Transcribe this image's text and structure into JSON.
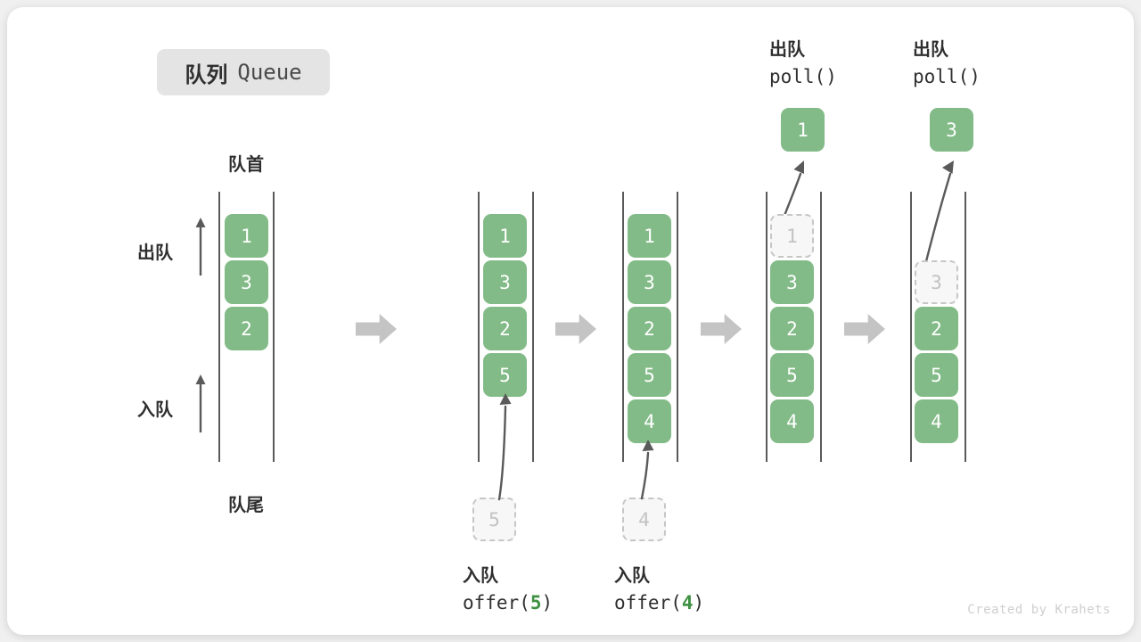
{
  "meta": {
    "watermark": "Created by Krahets",
    "accent_green": "#82bb87",
    "ghost_gray": "#c2c2c2",
    "rail_gray": "#5a5a5a",
    "badge_bg": "#e4e4e4",
    "arrow_gray": "#c4c4c4"
  },
  "title": {
    "cn": "队列",
    "en": "Queue"
  },
  "axis_labels": {
    "front": "队首",
    "rear": "队尾",
    "dequeue": "出队",
    "enqueue": "入队"
  },
  "stages": [
    {
      "id": "initial",
      "caption_cn": "",
      "caption_code": "",
      "boxes": [
        {
          "value": "1",
          "state": "filled"
        },
        {
          "value": "3",
          "state": "filled"
        },
        {
          "value": "2",
          "state": "filled"
        }
      ],
      "incoming": null,
      "outgoing": null
    },
    {
      "id": "offer-5",
      "caption_cn": "入队",
      "caption_code_prefix": "offer(",
      "caption_code_value": "5",
      "caption_code_suffix": ")",
      "boxes": [
        {
          "value": "1",
          "state": "filled"
        },
        {
          "value": "3",
          "state": "filled"
        },
        {
          "value": "2",
          "state": "filled"
        },
        {
          "value": "5",
          "state": "filled"
        }
      ],
      "incoming": {
        "value": "5",
        "state": "ghost"
      },
      "outgoing": null
    },
    {
      "id": "offer-4",
      "caption_cn": "入队",
      "caption_code_prefix": "offer(",
      "caption_code_value": "4",
      "caption_code_suffix": ")",
      "boxes": [
        {
          "value": "1",
          "state": "filled"
        },
        {
          "value": "3",
          "state": "filled"
        },
        {
          "value": "2",
          "state": "filled"
        },
        {
          "value": "5",
          "state": "filled"
        },
        {
          "value": "4",
          "state": "filled"
        }
      ],
      "incoming": {
        "value": "4",
        "state": "ghost"
      },
      "outgoing": null
    },
    {
      "id": "poll-1",
      "caption_cn": "出队",
      "caption_code_prefix": "poll(",
      "caption_code_value": "",
      "caption_code_suffix": ")",
      "boxes": [
        {
          "value": "1",
          "state": "ghost"
        },
        {
          "value": "3",
          "state": "filled"
        },
        {
          "value": "2",
          "state": "filled"
        },
        {
          "value": "5",
          "state": "filled"
        },
        {
          "value": "4",
          "state": "filled"
        }
      ],
      "incoming": null,
      "outgoing": {
        "value": "1",
        "state": "filled"
      }
    },
    {
      "id": "poll-3",
      "caption_cn": "出队",
      "caption_code_prefix": "poll(",
      "caption_code_value": "",
      "caption_code_suffix": ")",
      "boxes": [
        {
          "value": "",
          "state": "empty"
        },
        {
          "value": "3",
          "state": "ghost"
        },
        {
          "value": "2",
          "state": "filled"
        },
        {
          "value": "5",
          "state": "filled"
        },
        {
          "value": "4",
          "state": "filled"
        }
      ],
      "incoming": null,
      "outgoing": {
        "value": "3",
        "state": "filled"
      }
    }
  ]
}
